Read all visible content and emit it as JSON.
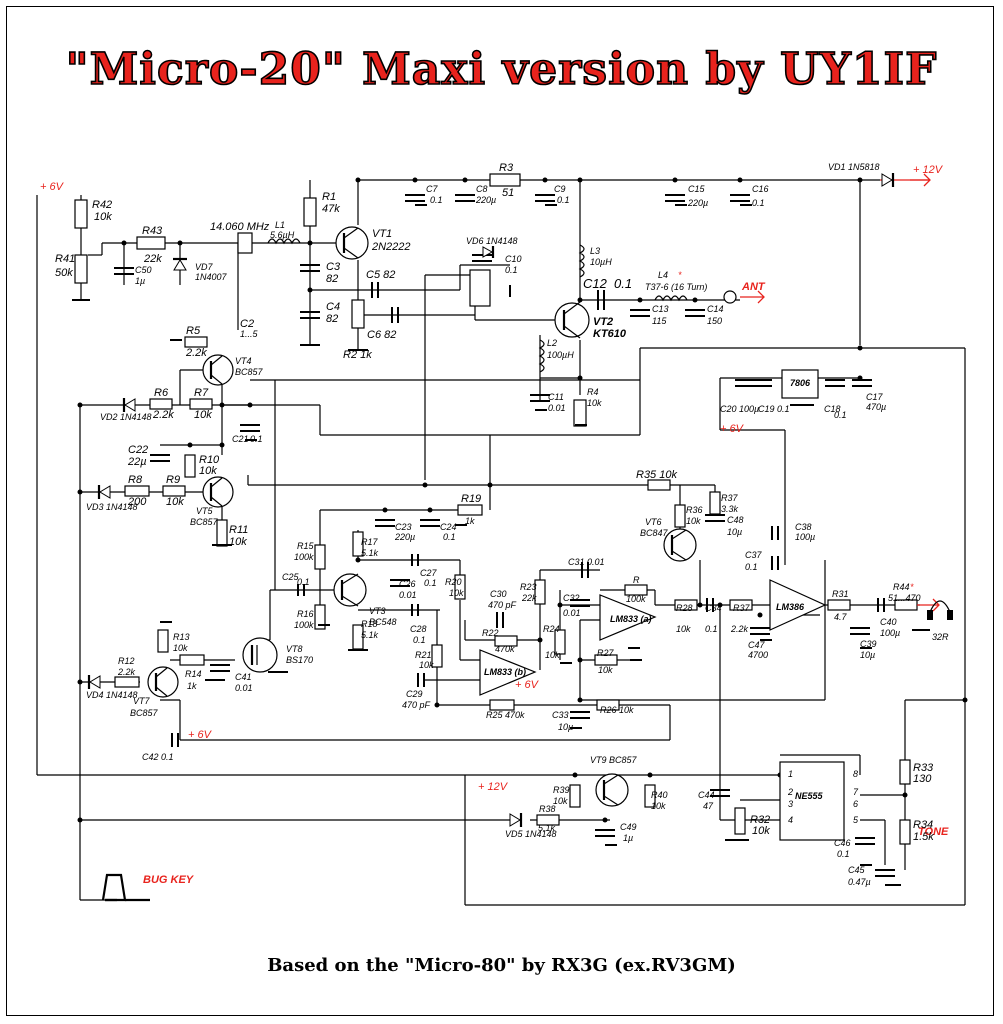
{
  "title": "\"Micro-20\" Maxi version by UY1IF",
  "footer": "Based on the \"Micro-80\" by RX3G (ex.RV3GM)",
  "colors": {
    "title": "#e8231d",
    "power_labels": "#e8231d",
    "wires": "#000000"
  },
  "rails": {
    "plus6": "+ 6V",
    "plus12": "+ 12V"
  },
  "labels": {
    "crystal_freq": "14.060 MHz",
    "ant": "ANT",
    "bug_key": "BUG KEY",
    "tone": "TONE",
    "phones_32r": "32R",
    "r42": "R42",
    "r42v": "10k",
    "r41": "R41",
    "r41v": "50k",
    "r43": "R43",
    "r43v": "22k",
    "c50": "C50",
    "c50v": "1µ",
    "vd7": "VD7",
    "vd7v": "1N4007",
    "l1": "L1",
    "l1v": "5.6µH",
    "r1": "R1",
    "r1v": "47k",
    "vt1": "VT1",
    "vt1v": "2N2222",
    "c3": "C3",
    "c3v": "82",
    "c4": "C4",
    "c4v": "82",
    "c5": "C5 82",
    "c6": "C6 82",
    "r2": "R2 1k",
    "vd6": "VD6 1N4148",
    "c10": "C10",
    "c10v": "0.1",
    "c7": "C7",
    "c7v": "0.1",
    "c8": "C8",
    "c8v": "220µ",
    "r3": "R3",
    "r3v": "51",
    "c9": "C9",
    "c9v": "0.1",
    "c15": "C15",
    "c15v": "220µ",
    "c16": "C16",
    "c16v": "0.1",
    "vd1": "VD1 1N5818",
    "l3": "L3",
    "l3v": "10µH",
    "c12": "C12",
    "c12v": "0.1",
    "l4": "L4",
    "l4v": "T37-6 (16 Turn)",
    "c13": "C13",
    "c13v": "115",
    "c14": "C14",
    "c14v": "150",
    "vt2": "VT2",
    "vt2v": "KT610",
    "l2": "L2",
    "l2v": "100µH",
    "c11": "C11",
    "c11v": "0.01",
    "r4": "R4",
    "r4v": "10k",
    "c2": "C2",
    "c2v": "1...5",
    "r5": "R5",
    "r5v": "2.2k",
    "vt4": "VT4",
    "vt4v": "BC857",
    "vd2": "VD2 1N4148",
    "r6": "R6",
    "r6v": "2.2k",
    "r7": "R7",
    "r7v": "10k",
    "c21": "C21",
    "c21v": "0.1",
    "c22": "C22",
    "c22v": "22µ",
    "r10": "R10",
    "r10v": "10k",
    "r8": "R8",
    "r8v": "200",
    "r9": "R9",
    "r9v": "10k",
    "vd3": "VD3 1N4148",
    "vt5": "VT5",
    "vt5v": "BC857",
    "r11": "R11",
    "r11v": "10k",
    "u7806": "7806",
    "c20": "C20 100µ",
    "c19": "C19 0.1",
    "c18": "C18",
    "c18v": "0.1",
    "c17": "C17",
    "c17v": "470µ",
    "r35": "R35 10k",
    "r37": "R37",
    "r37v": "3.3k",
    "r36": "R36",
    "r36v": "10k",
    "c48": "C48",
    "c48v": "10µ",
    "vt6": "VT6",
    "vt6v": "BC847",
    "r19": "R19",
    "r19v": "1k",
    "c23": "C23",
    "c23v": "220µ",
    "c24": "C24",
    "c24v": "0.1",
    "r15": "R15",
    "r15v": "100k",
    "r17": "R17",
    "r17v": "5.1k",
    "r16": "R16",
    "r16v": "100k",
    "r18": "R18",
    "r18v": "5.1k",
    "c25": "C25",
    "c25v": "0.1",
    "c26": "C26",
    "c26v": "0.01",
    "c27": "C27",
    "c27v": "0.1",
    "c28": "C28",
    "c28v": "0.1",
    "vt3": "VT3",
    "vt3v": "BC548",
    "r20": "R20",
    "r20v": "10k",
    "r21": "R21",
    "r21v": "10k",
    "c29": "C29",
    "c29v": "470 pF",
    "c30": "C30",
    "c30v": "470 pF",
    "r22": "R22",
    "r22v": "470k",
    "r23": "R23",
    "r23v": "22k",
    "r24": "R24",
    "r24v": "10k",
    "c31": "C31  0.01",
    "c32": "C32",
    "c32v": "0.01",
    "r_fb": "R",
    "r_fbv": "100k",
    "r25": "R25  470k",
    "r26": "R26  10k",
    "r27": "R27",
    "r27v": "10k",
    "c33": "C33",
    "c33v": "10µ",
    "lm833a": "LM833 (a)",
    "lm833b": "LM833 (b)",
    "r28": "R28",
    "r28v": "10k",
    "c34": "C34",
    "c34v": "0.1",
    "r37b": "R37",
    "r37bv": "2.2k",
    "c47": "C47",
    "c47v": "4700",
    "lm386": "LM386",
    "c38": "C38",
    "c38v": "100µ",
    "c37": "C37",
    "c37v": "0.1",
    "r31": "R31",
    "r31v": "4.7",
    "r44": "R44",
    "r44v": "51...470",
    "c40": "C40",
    "c40v": "100µ",
    "c39": "C39",
    "c39v": "10µ",
    "vt8": "VT8",
    "vt8v": "BS170",
    "c41": "C41",
    "c41v": "0.01",
    "r13": "R13",
    "r13v": "10k",
    "r14": "R14",
    "r14v": "1k",
    "r12": "R12",
    "r12v": "2.2k",
    "vt7": "VT7",
    "vt7v": "BC857",
    "vd4": "VD4 1N4148",
    "c42": "C42  0.1",
    "vt9": "VT9  BC857",
    "r39": "R39",
    "r39v": "10k",
    "r40": "R40",
    "r40v": "10k",
    "r38": "R38",
    "r38v": "5.1k",
    "vd5": "VD5 1N4148",
    "c49": "C49",
    "c49v": "1µ",
    "c44": "C44",
    "c44v": "47",
    "r32": "R32",
    "r32v": "10k",
    "ne555": "NE555",
    "c46": "C46",
    "c46v": "0.1",
    "c45": "C45",
    "c45v": "0.47µ",
    "r33": "R33",
    "r33v": "130",
    "r34": "R34",
    "r34v": "1.5k"
  }
}
